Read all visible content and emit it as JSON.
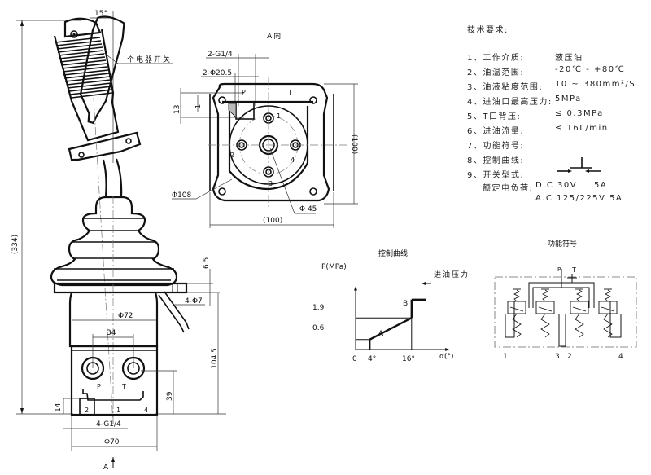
{
  "main_view": {
    "angle": "15°",
    "switch_note": "一个电器开关",
    "overall_height": "(334)",
    "flange_thickness": "6.5",
    "mount_holes": "4-Φ7",
    "body_diameter": "Φ72",
    "port_spacing": "34",
    "port_height": "39",
    "base_height": "104.5",
    "port_depth": "14",
    "port_threads": "4-G1/4",
    "base_diameter": "Φ70",
    "port_p": "P",
    "port_t": "T",
    "port_1": "1",
    "port_2": "2",
    "port_4": "4",
    "view_arrow": "A"
  },
  "view_a": {
    "title": "A向",
    "thread_callout": "2-G1/4",
    "bore_callout": "2-Φ20.5",
    "dim_13": "13",
    "dim_1": "1",
    "height": "(100)",
    "width": "(100)",
    "pcd": "Φ108",
    "center_dia": "Φ 45",
    "port_p": "P",
    "port_t": "T",
    "ports": [
      "1",
      "2",
      "3",
      "4"
    ]
  },
  "tech_requirements": {
    "title": "技术要求:",
    "items": [
      {
        "label": "1、工作介质:",
        "value": "液压油"
      },
      {
        "label": "2、油温范围:",
        "value": "-20℃ - +80℃"
      },
      {
        "label": "3、油液粘度范围:",
        "value": "10 ~ 380mm²/S"
      },
      {
        "label": "4、进油口最高压力:",
        "value": "5MPa"
      },
      {
        "label": "5、T口背压:",
        "value": "≤ 0.3MPa"
      },
      {
        "label": "6、进油流量:",
        "value": "≤ 16L/min"
      },
      {
        "label": "7、功能符号:",
        "value": ""
      },
      {
        "label": "8、控制曲线:",
        "value": ""
      },
      {
        "label": "9、开关型式:",
        "value": ""
      }
    ],
    "rated_load_label": "额定电负荷:",
    "rated_dc": "D.C 30V",
    "rated_dc_amp": "5A",
    "rated_ac": "A.C 125/225V 5A"
  },
  "control_curve": {
    "title": "控制曲线",
    "ylabel": "P(MPa)",
    "xlabel": "α(°)",
    "inlet_label": "进油压力",
    "point_a": "A",
    "point_b": "B",
    "y_ticks": [
      "1.9",
      "0.6"
    ],
    "x_ticks": [
      "0",
      "4°",
      "16°"
    ]
  },
  "chart_data": {
    "type": "line",
    "title": "控制曲线",
    "xlabel": "α(°)",
    "ylabel": "P(MPa)",
    "series": [
      {
        "name": "P",
        "x": [
          4,
          4,
          16,
          16,
          20
        ],
        "y": [
          0,
          0.6,
          1.9,
          3.0,
          3.0
        ]
      }
    ],
    "annotations": [
      {
        "label": "A",
        "x": 4,
        "y": 0.6
      },
      {
        "label": "B",
        "x": 16,
        "y": 1.9
      },
      {
        "label": "进油压力",
        "x": 20,
        "y": 3.0
      }
    ],
    "xlim": [
      0,
      24
    ],
    "ylim": [
      0,
      3.6
    ]
  },
  "function_symbol": {
    "title": "功能符号",
    "port_p": "P",
    "port_t": "T",
    "ports": [
      "1",
      "3",
      "2",
      "4"
    ]
  }
}
